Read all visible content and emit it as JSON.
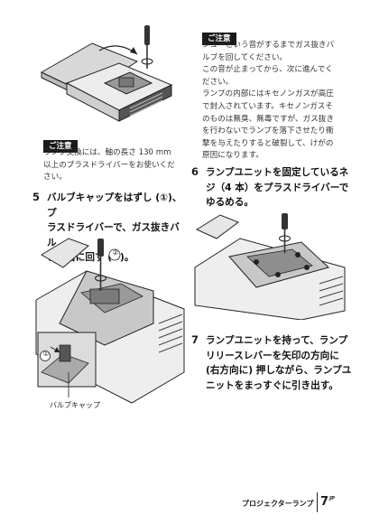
{
  "left": {
    "caution_label": "ご注意",
    "caution_lines": [
      "ランプ交換には、軸の長さ 130 mm",
      "以上のプラスドライバーをお使いくだ",
      "さい。"
    ],
    "step5": {
      "number": "5",
      "lines": [
        "バルブキャップをはずし (①)、プ",
        "ラスドライバーで、ガス抜きバル",
        "ブを右に回す (②)。"
      ]
    },
    "figure_callouts": {
      "one": "①",
      "two": "②"
    },
    "valve_cap_label": "バルブキャップ"
  },
  "right": {
    "caution_label": "ご注意",
    "caution_lines": [
      "シューという音がするまでガス抜きバ",
      "ルブを回してください。",
      "この音が止まってから、次に進んでく",
      "ださい。",
      "ランプの内部にはキセノンガスが高圧",
      "で封入されています。キセノンガスそ",
      "のものは無臭、無毒ですが、ガス抜き",
      "を行わないでランプを落下させたり衝",
      "撃を与えたりすると破裂して、けがの",
      "原因になります。"
    ],
    "step6": {
      "number": "6",
      "lines": [
        "ランプユニットを固定しているネ",
        "ジ（4 本）をプラスドライバーで",
        "ゆるめる。"
      ]
    },
    "step7": {
      "number": "7",
      "lines": [
        "ランプユニットを持って、ランプ",
        "リリースレバーを矢印の方向に",
        "(右方向に) 押しながら、ランプユ",
        "ニットをまっすぐに引き出す。"
      ]
    }
  },
  "footer": {
    "section": "プロジェクターランプ",
    "page": "7",
    "lang": "JP"
  }
}
